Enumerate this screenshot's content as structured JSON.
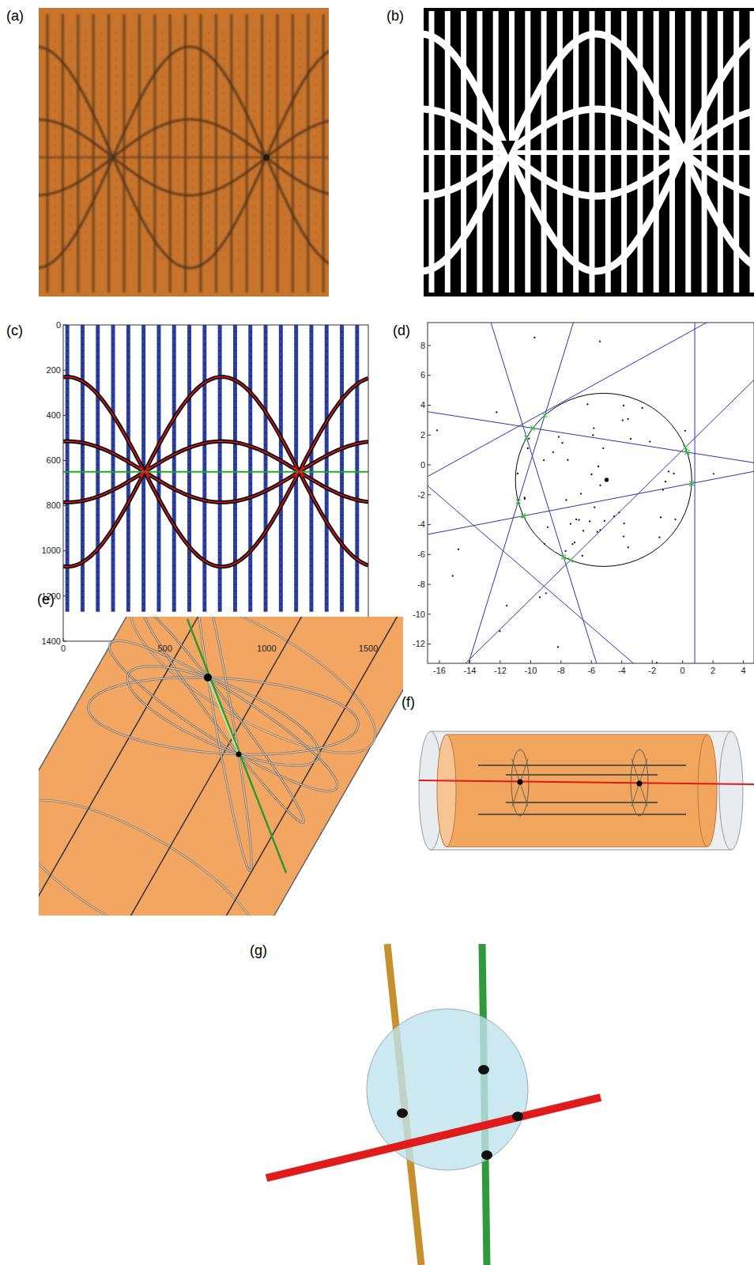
{
  "diagram": {
    "labels": [
      "(a)",
      "(b)",
      "(c)",
      "0",
      "200",
      "400",
      "600",
      "800",
      "1000",
      "1200",
      "1400",
      "0",
      "500",
      "1000",
      "1500",
      "(d)",
      "8",
      "6",
      "4",
      "2",
      "0",
      "-2",
      "-4",
      "-6",
      "-8",
      "-10",
      "-12",
      "-16",
      "-14",
      "-12",
      "-10",
      "-8",
      "-6",
      "-4",
      "-2",
      "0",
      "2",
      "4",
      "(e)",
      "(f)",
      "(g)"
    ]
  }
}
